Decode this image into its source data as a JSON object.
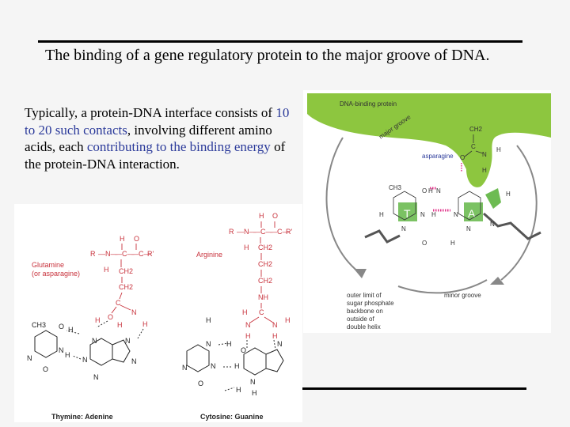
{
  "slide": {
    "title": "The binding of a gene regulatory protein to the major groove of DNA.",
    "body": {
      "t1": "Typically, a protein-DNA interface consists of ",
      "h1": "10 to 20 such contacts",
      "t2": ", involving different amino acids, each ",
      "h2": "contributing to the binding energy",
      "t3": " of the protein-DNA interaction."
    }
  },
  "left_figure": {
    "glutamine_label": "Glutamine\n(or asparagine)",
    "arginine_label": "Arginine",
    "caption_left": "Thymine: Adenine",
    "caption_right": "Cytosine: Guanine",
    "text": {
      "h": "H",
      "o": "O",
      "n": "N",
      "r": "R",
      "rp": "R'",
      "c": "C",
      "ch2": "CH2",
      "ch3": "CH3",
      "nh": "NH",
      "dashN": "—N—",
      "dashC": "—C—"
    }
  },
  "right_figure": {
    "protein_label": "DNA-binding protein",
    "major_groove": "major groove",
    "minor_groove": "minor groove",
    "asparagine": "asparagine",
    "base_t": "T",
    "base_a": "A",
    "note": "outer limit of\nsugar phosphate\nbackbone on\noutside of\ndouble helix",
    "text": {
      "h": "H",
      "o": "O",
      "n": "N",
      "c": "C",
      "ch2": "CH2",
      "ch3": "CH3"
    }
  },
  "colors": {
    "accent_blue": "#2b3a9a",
    "protein_green": "#8dc63f",
    "chem_red": "#c8323c",
    "base_t_green": "#6dbb52",
    "base_a_green": "#6dbb52"
  }
}
